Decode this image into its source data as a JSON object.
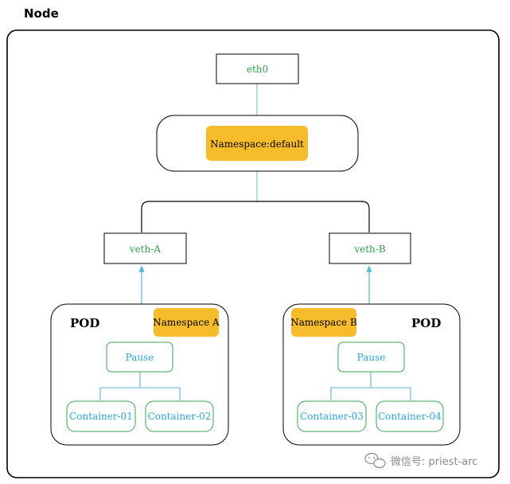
{
  "node": {
    "title": "Node"
  },
  "eth0": {
    "label": "eth0"
  },
  "root_namespace": {
    "label": "Namespace:default"
  },
  "veth_a": {
    "label": "veth-A"
  },
  "veth_b": {
    "label": "veth-B"
  },
  "pod_a": {
    "title": "POD",
    "namespace": "Namespace A",
    "pause": "Pause",
    "containers": [
      "Container-01",
      "Container-02"
    ]
  },
  "pod_b": {
    "title": "POD",
    "namespace": "Namespace B",
    "pause": "Pause",
    "containers": [
      "Container-03",
      "Container-04"
    ]
  },
  "watermark": {
    "text": "微信号: priest-arc",
    "icon": "wechat-icon"
  },
  "colors": {
    "green_text": "#2e9e4a",
    "blue_text": "#2aa5d6",
    "connector": "#8ac6d6",
    "namespace_fill": "#f7bc2c",
    "box_border_green": "#3aa550"
  }
}
